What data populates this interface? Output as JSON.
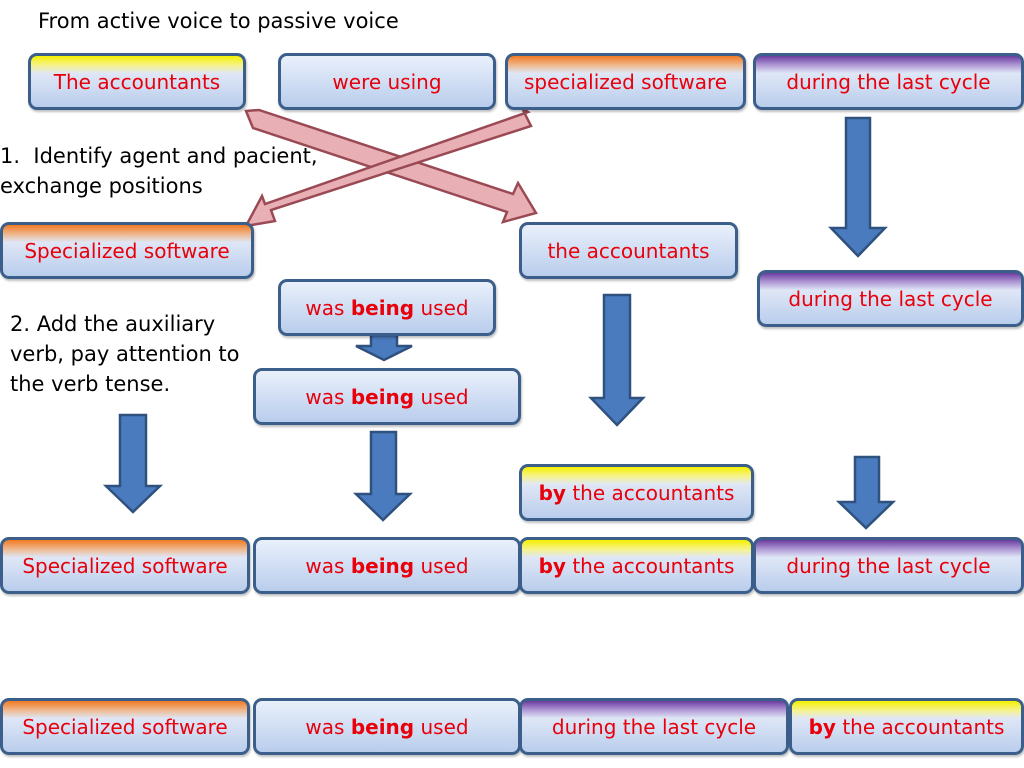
{
  "title": "From active voice to passive voice",
  "steps": {
    "step1_line1": "1.  Identify agent and pacient,",
    "step1_line2": "exchange positions",
    "step2_line1": "2. Add the auxiliary",
    "step2_line2": "verb, pay attention to",
    "step2_line3": "the verb tense."
  },
  "active_row": {
    "agent": "The accountants",
    "verb": "were using",
    "object": "specialized software",
    "time": "during the last cycle"
  },
  "exchange_row": {
    "subject": "Specialized software",
    "agent": "the accountants"
  },
  "time_moved": "during the last cycle",
  "aux_row_1": {
    "w1": "was ",
    "w2": "being",
    "w3": " used"
  },
  "aux_row_2": {
    "w1": "was ",
    "w2": "being",
    "w3": " used"
  },
  "by_box": {
    "by": "by",
    "rest": " the accountants"
  },
  "result_row_1": {
    "subject": "Specialized software",
    "verb": {
      "w1": "was ",
      "w2": "being",
      "w3": " used"
    },
    "agent": {
      "by": "by",
      "rest": " the accountants"
    },
    "time": "during the last cycle"
  },
  "result_row_2": {
    "subject": "Specialized software",
    "verb": {
      "w1": "was ",
      "w2": "being",
      "w3": " used"
    },
    "time": "during the last cycle",
    "agent": {
      "by": "by",
      "rest": " the accountants"
    }
  },
  "colors": {
    "box_text": "#e8000b",
    "box_border": "#3b5f8a",
    "down_arrow": "#4a7bbf",
    "cross_arrow": "#e8b0b4"
  }
}
